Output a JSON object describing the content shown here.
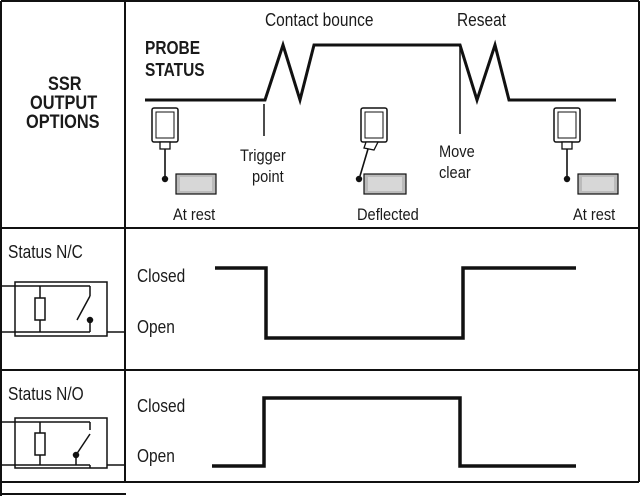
{
  "header": {
    "options_title_lines": [
      "SSR",
      "OUTPUT",
      "OPTIONS"
    ],
    "probe_status_lines": [
      "PROBE",
      "STATUS"
    ],
    "annotations": {
      "contact_bounce": "Contact bounce",
      "reseat": "Reseat",
      "trigger_point_lines": [
        "Trigger",
        "point"
      ],
      "move_clear_lines": [
        "Move",
        "clear"
      ]
    },
    "states": [
      "At rest",
      "Deflected",
      "At rest"
    ]
  },
  "rows": [
    {
      "id": "nc",
      "title": "Status N/C",
      "level_labels": [
        "Closed",
        "Open"
      ],
      "initial_state": "Closed",
      "switch_symbol": "normally-closed-switch-icon"
    },
    {
      "id": "no",
      "title": "Status N/O",
      "level_labels": [
        "Closed",
        "Open"
      ],
      "initial_state": "Open",
      "switch_symbol": "normally-open-switch-icon"
    }
  ]
}
